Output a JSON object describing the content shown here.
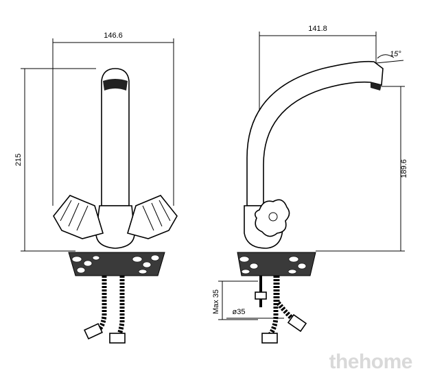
{
  "front_view": {
    "width_label": "146.6",
    "height_label": "215"
  },
  "side_view": {
    "reach_label": "141.8",
    "angle_label": "15°",
    "spout_height_label": "189.6",
    "max_thread_label": "Max 35",
    "hole_diameter_label": "ø35"
  },
  "watermark": "thehome",
  "colors": {
    "line": "#000000",
    "watermark": "#d9d9d9",
    "background": "#ffffff"
  }
}
